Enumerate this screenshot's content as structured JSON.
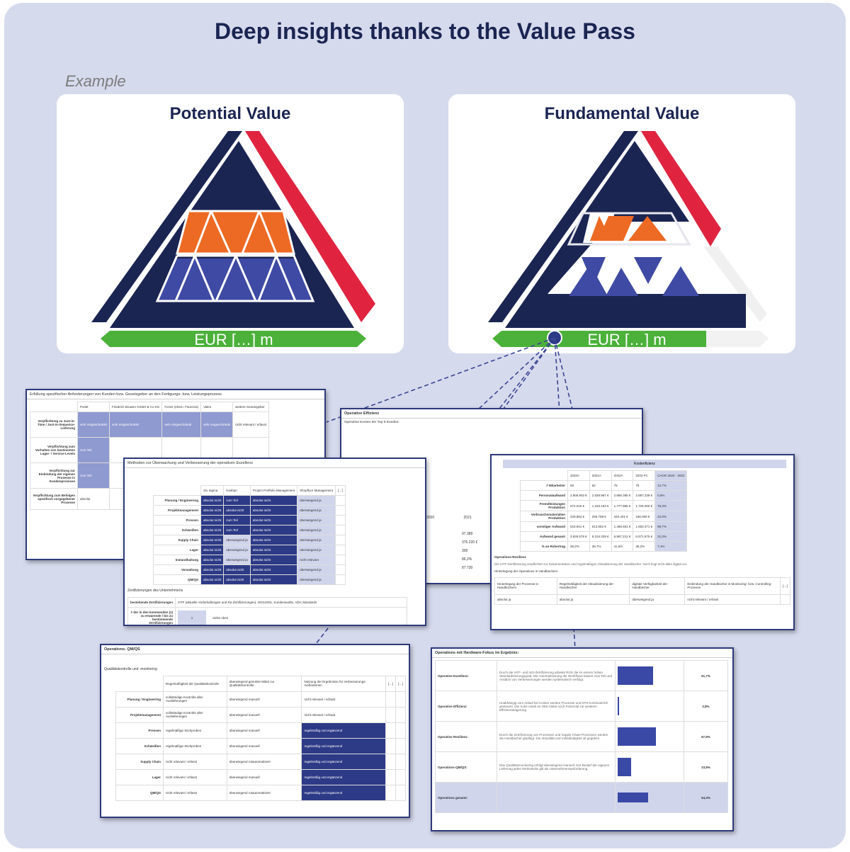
{
  "header": {
    "title": "Deep insights thanks to the Value Pass",
    "example_label": "Example"
  },
  "cards": {
    "potential": {
      "title": "Potential Value",
      "amount": "EUR […] m"
    },
    "fundamental": {
      "title": "Fundamental Value",
      "amount": "EUR […] m"
    }
  },
  "colors": {
    "navy": "#1b2552",
    "red": "#e02440",
    "orange": "#ed6a24",
    "blue": "#3e4aa3",
    "green": "#4bb13a",
    "background": "#d6daed"
  },
  "docs": {
    "customer": {
      "heading": "Erfüllung spezifischer Anforderungen von Kunden bzw. Gesetzgeber an den Fertigungs- bzw. Leistungsprozess",
      "columns": [
        "Punkt",
        "Friedrich Bruwen GmbH & Co KG",
        "Forvis (ehem. Faurecia)",
        "Valeo",
        "weitere Gesetzgeber"
      ],
      "rows": [
        {
          "label": "Verpflichtung zu Just-in-Time / Just-in-Sequence-Lieferung",
          "cells": [
            "",
            "sehr eingeschränkt",
            "sehr eingeschränkt",
            "sehr eingeschränkt",
            "sehr eingeschränkt",
            "nicht relevant / erfasst"
          ]
        },
        {
          "label": "Verpflichtung zum Vorhalten von bestimmten Lager- / Service-Levels",
          "cells": [
            "",
            "zum Teil",
            "",
            "",
            "",
            ""
          ]
        },
        {
          "label": "Verpflichtung zur Einbindung der eigenen Prozesse in Kundenprozesse",
          "cells": [
            "",
            "zum Teil",
            "",
            "",
            "",
            ""
          ]
        },
        {
          "label": "Verpflichtung zum Befolgen spezifisch vorgegebener Prozesse",
          "cells": [
            "",
            "absolut",
            "",
            "",
            "",
            ""
          ]
        }
      ]
    },
    "efficiency": {
      "heading": "Operative Effizienz",
      "subheading": "Operative Kosten der Top 5 Kunden:",
      "years": [
        "2020",
        "2021"
      ],
      "values": [
        "97.389",
        "376.220 €",
        "300",
        "86,2%",
        "87.730"
      ]
    },
    "excellence": {
      "heading": "Methoden zur Überwachung und Verbesserung der operativen Exzellenz",
      "columns": [
        "Six Sigma",
        "Kanban",
        "Project Portfolio Management",
        "Shopfloor Management",
        "[…]"
      ],
      "rows": [
        {
          "label": "Planung / Engineering",
          "cells": [
            "absolut nicht",
            "zum Teil",
            "absolut nicht",
            "überwiegend ja"
          ]
        },
        {
          "label": "Projektmanagement",
          "cells": [
            "absolut nicht",
            "absolut nicht",
            "absolut nicht",
            "überwiegend ja"
          ]
        },
        {
          "label": "Pressen",
          "cells": [
            "absolut nicht",
            "zum Teil",
            "absolut nicht",
            "überwiegend ja"
          ]
        },
        {
          "label": "Schweißen",
          "cells": [
            "absolut nicht",
            "zum Teil",
            "absolut nicht",
            "überwiegend ja"
          ]
        },
        {
          "label": "Supply Chain",
          "cells": [
            "absolut nicht",
            "überwiegend ja",
            "absolut nicht",
            "überwiegend ja"
          ]
        },
        {
          "label": "Lager",
          "cells": [
            "absolut nicht",
            "überwiegend ja",
            "absolut nicht",
            "überwiegend ja"
          ]
        },
        {
          "label": "Instandhaltung",
          "cells": [
            "absolut nicht",
            "überwiegend ja",
            "absolut nicht",
            "nicht relevant"
          ]
        },
        {
          "label": "Verwaltung",
          "cells": [
            "absolut nicht",
            "absolut nicht",
            "absolut nicht",
            "überwiegend ja"
          ]
        },
        {
          "label": "QM/QS",
          "cells": [
            "absolut nicht",
            "absolut nicht",
            "absolut nicht",
            "überwiegend ja"
          ]
        }
      ],
      "cert_heading": "Zertifizierungen des Unternehmens",
      "cert_row": {
        "label": "bestehende Zertifizierungen",
        "value": "IATF (aktuelle Vorbehaltungen und Re-Zertifizierungen), ISO14001, Kundenaudits, VDA Standards"
      },
      "cert_row2": {
        "label": "# der in den kommenden (z) zu erwarende / bis zu bestimmende Zertifizierungen",
        "value": "1",
        "note": "siehe oben"
      }
    },
    "cost": {
      "heading": "Kostenfizienz",
      "columns": [
        "2020A",
        "2021A",
        "2022A",
        "2023 FC",
        "CAGR 2020 - 2022"
      ],
      "rows": [
        {
          "label": "# Mitarbeiter",
          "cells": [
            "59",
            "62",
            "75",
            "78",
            "12,7%"
          ]
        },
        {
          "label": "Personalaufwand",
          "cells": [
            "2.806.903 €",
            "2.839.987 €",
            "2.866.395 €",
            "2.887.239 €",
            "0,6%"
          ]
        },
        {
          "label": "Fremdleistungen Produktion",
          "cells": [
            "572.019 €",
            "1.333.153 €",
            "1.777.965 €",
            "1.725.000 €",
            "76,3%"
          ]
        },
        {
          "label": "Verbrauchsmaterialien Produktion",
          "cells": [
            "229.864 €",
            "266.758 €",
            "340.401 €",
            "186.000 €",
            "22,0%"
          ]
        },
        {
          "label": "sonstiger Aufwand",
          "cells": [
            "518.941 €",
            "613.652 €",
            "1.488.651 €",
            "1.663.471 €",
            "69,7%"
          ]
        },
        {
          "label": "Aufwand gesamt",
          "cells": [
            "3.926.578 €",
            "5.104.329 €",
            "6.967.212 €",
            "6.571.675 €",
            "31,0%"
          ]
        },
        {
          "label": "% an Rohertrag",
          "cells": [
            "36,2%",
            "36,7%",
            "41,6%",
            "35,2%",
            "7,1%"
          ]
        }
      ],
      "resilience_heading": "Operations-Resilienz",
      "resilience_text": "Die IATF-Zertifizierung verpflichtet zur Dokumentation und regelmäßigen Aktualisierung der Handbücher. Noch liegt nicht alles digital vor.",
      "resilience_sub": "Hinterlegung der Operations in Handbüchern",
      "resilience_cols": [
        "Hinterlegung der Prozesse in Handbüchern",
        "Regelmäßigkeit der Aktualisierung der Handbücher",
        "digitale Verfügbarkeit der Handbücher",
        "Einbindung der Handbücher in Monitoring- bzw. Controlling-Prozesse",
        "[…]"
      ],
      "resilience_vals": [
        "absolut ja",
        "absolut ja",
        "überwiegend ja",
        "nicht relevant / erfasst",
        ""
      ]
    },
    "qm": {
      "heading": "Operations- QM/QS",
      "subheading": "Qualitätskontrolle und -monitoring",
      "columns": [
        "Regelmäßigkeit der Qualitätskontrolle",
        "überwiegend genutzte Mittel zur Qualitätskontrolle",
        "Nutzung der Ergebnisse für Verbesserungs-maßnahmen",
        "[…]",
        "[…]"
      ],
      "rows": [
        {
          "label": "Planung / Engineering",
          "cells": [
            "vollständige Kontrolle aller Auslieferungen",
            "überwiegend manuell",
            "nicht relevant / erfasst"
          ]
        },
        {
          "label": "Projektmanagement",
          "cells": [
            "vollständige Kontrolle aller Auslieferungen",
            "überwiegend manuell",
            "nicht relevant / erfasst"
          ]
        },
        {
          "label": "Pressen",
          "cells": [
            "regelmäßige Stichproben",
            "überwiegend manuell",
            "regelmäßig und ergänzend"
          ]
        },
        {
          "label": "Schweißen",
          "cells": [
            "regelmäßige Stichproben",
            "überwiegend manuell",
            "regelmäßig und ergänzend"
          ]
        },
        {
          "label": "Supply Chain",
          "cells": [
            "nicht relevant / erfasst",
            "überwiegend rotautomatisiert",
            "regelmäßig und ergänzend"
          ]
        },
        {
          "label": "Lager",
          "cells": [
            "nicht relevant / erfasst",
            "überwiegend manuell",
            "regelmäßig und ergänzend"
          ]
        },
        {
          "label": "QM/QS",
          "cells": [
            "nicht relevant / erfasst",
            "überwiegend rotautomatisiert",
            "regelmäßig und ergänzend"
          ]
        }
      ]
    },
    "ops": {
      "heading": "Operations mit Hardware-Fokus im Ergebnis:",
      "rows": [
        {
          "label": "Operative Exzellenz:",
          "text": "Durch die IATF- und ISO-Zertifizierung arbeitet ROX die im extrem hohen Standardisierungsgrad. Die Automatisierung der Workflows basiert zum Teil und Ansätze von Verbesserungen werden systematisch verfolgt.",
          "value": "61,7%",
          "fraction": 0.62
        },
        {
          "label": "Operative Effizienz:",
          "text": "Unabhängig vom Anlauf bei Kosten werden Prozesse und KPIs kontinuierlich gesteuert. Der hohe Anteil an OEE bietet noch Potenzial zur weiteren Effizienzsteigerung.",
          "value": "2,8%",
          "fraction": 0.03
        },
        {
          "label": "Operative Resilienz:",
          "text": "Durch die Zertifizierung von Prozessen und Supply-Chain-Prozessen werden die Handbücher gepflegt. Die Aktualität und Vollständigkeit ist gegeben.",
          "value": "67,9%",
          "fraction": 0.68
        },
        {
          "label": "Operations-QM/QS:",
          "text": "Das Qualitätsmonitoring erfolgt überwiegend manuell. Der Bedarf der eigenen Lieferung jedes Werkstücks gilt als Unternehmensanforderung.",
          "value": "23,8%",
          "fraction": 0.24
        },
        {
          "label": "Operations gesamt:",
          "text": "",
          "value": "54,4%",
          "fraction": 0.54
        }
      ]
    }
  }
}
